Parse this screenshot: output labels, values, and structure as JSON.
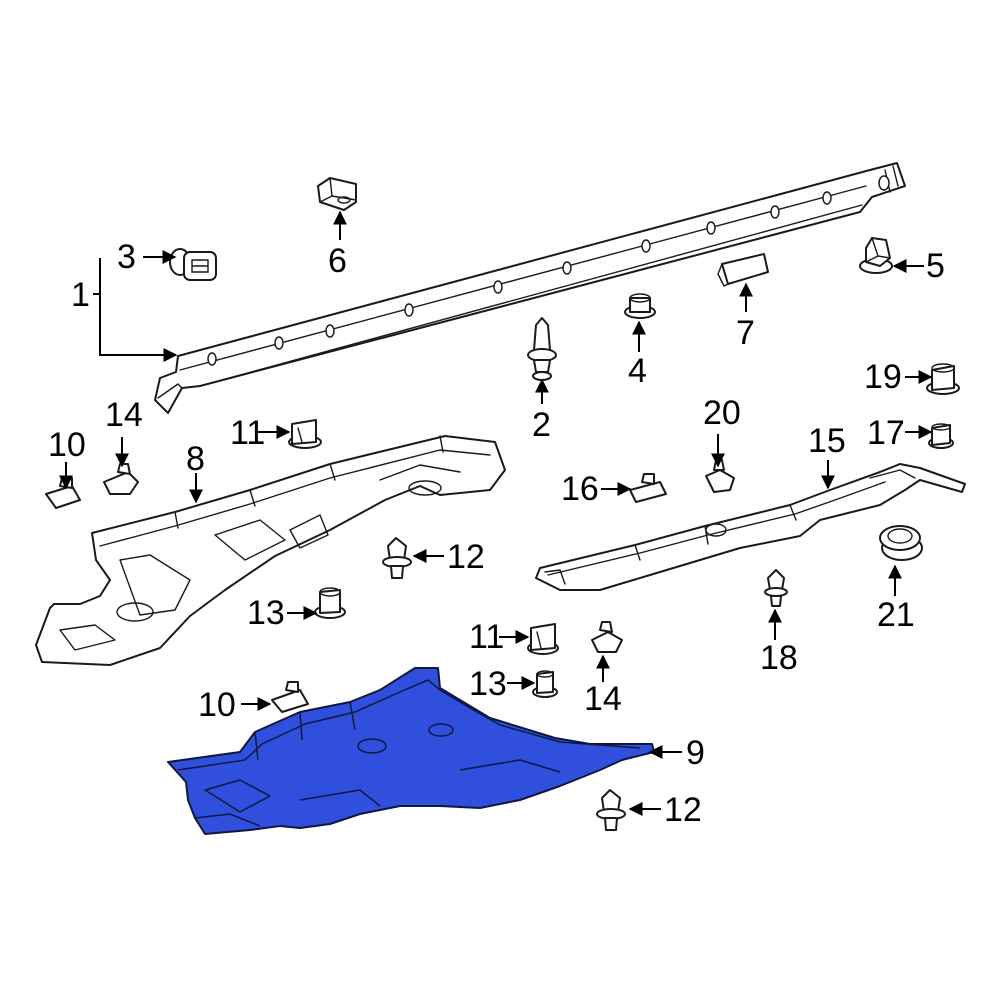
{
  "highlight_color": "#2f4fdc",
  "callouts": {
    "c1": "1",
    "c2": "2",
    "c3": "3",
    "c4": "4",
    "c5": "5",
    "c6": "6",
    "c7": "7",
    "c8": "8",
    "c9": "9",
    "c10a": "10",
    "c10b": "10",
    "c11a": "11",
    "c11b": "11",
    "c12a": "12",
    "c12b": "12",
    "c13a": "13",
    "c13b": "13",
    "c14a": "14",
    "c14b": "14",
    "c15": "15",
    "c16": "16",
    "c17": "17",
    "c18": "18",
    "c19": "19",
    "c20": "20",
    "c21": "21"
  }
}
